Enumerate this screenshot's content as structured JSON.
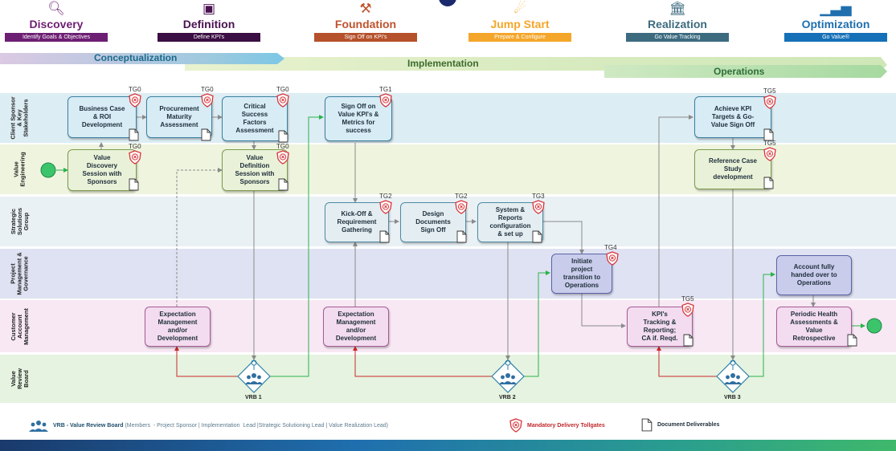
{
  "phases": [
    {
      "title": "Discovery",
      "subtitle": "Identify Goals & Objectives",
      "color": "#6d1f73",
      "bar": "#6d1f73",
      "icon": "magnifier-icon"
    },
    {
      "title": "Definition",
      "subtitle": "Define KPI's",
      "color": "#4a1250",
      "bar": "#3b0f43",
      "icon": "chart-board-icon"
    },
    {
      "title": "Foundation",
      "subtitle": "Sign Off on KPI's",
      "color": "#c0522e",
      "bar": "#b5512b",
      "icon": "trowel-icon"
    },
    {
      "title": "Jump Start",
      "subtitle": "Prepare & Configure",
      "color": "#f4a62a",
      "bar": "#f4a62a",
      "icon": "rocket-icon"
    },
    {
      "title": "Realization",
      "subtitle": "Go Value Tracking",
      "color": "#3c6b80",
      "bar": "#3c6b80",
      "icon": "building-icon"
    },
    {
      "title": "Optimization",
      "subtitle": "Go Value®",
      "color": "#1f6fae",
      "bar": "#1670b8",
      "icon": "bar-chart-icon"
    }
  ],
  "stages": {
    "conceptualization": "Conceptualization",
    "implementation": "Implementation",
    "operations": "Operations"
  },
  "lanes": [
    {
      "label": "Client Sponsor\n& Key\nStakeholders",
      "bg": "#dcedf3"
    },
    {
      "label": "Value\nEngineering",
      "bg": "#eff4df"
    },
    {
      "label": "Strategic\nSolutions\nGroup",
      "bg": "#e9f1f5"
    },
    {
      "label": "Project\nManagement &\nGovernance",
      "bg": "#dfe2f2"
    },
    {
      "label": "Customer\nAccount\nManagement",
      "bg": "#f7e8f4"
    },
    {
      "label": "Value\nReview\nBoard",
      "bg": "#e5f3e0"
    }
  ],
  "boxes": {
    "business_case": "Business Case\n& ROI\nDevelopment",
    "procurement": "Procurement\nMaturity\nAssessment",
    "critical_success": "Critical\nSuccess\nFactors\nAssessment",
    "sign_off": "Sign Off on\nValue KPI's &\nMetrics for\nsuccess",
    "achieve_kpi": "Achieve KPI\nTargets & Go-\nValue Sign Off",
    "value_discovery": "Value\nDiscovery\nSession with\nSponsors",
    "value_definition": "Value\nDefinition\nSession with\nSponsors",
    "reference_case": "Reference Case\nStudy\ndevelopment",
    "kickoff": "Kick-Off &\nRequirement\nGathering",
    "design_docs": "Design\nDocuments\nSign Off",
    "system_reports": "System &\nReports\nconfiguration\n& set up",
    "initiate": "Initiate\nproject\ntransition to\nOperations",
    "account_handed": "Account fully\nhanded over to\nOperations",
    "expectation1": "Expectation\nManagement\nand/or\nDevelopment",
    "expectation2": "Expectation\nManagement\nand/or\nDevelopment",
    "kpi_tracking": "KPI's\nTracking &\nReporting;\nCA if. Reqd.",
    "periodic": "Periodic Health\nAssessments &\nValue\nRetrospective"
  },
  "tollgates": {
    "tg_business": "TG0",
    "tg_procurement": "TG0",
    "tg_critical": "TG0",
    "tg_signoff": "TG1",
    "tg_achieve": "TG5",
    "tg_value_discovery": "TG0",
    "tg_value_definition": "TG0",
    "tg_reference": "TG5",
    "tg_kickoff": "TG2",
    "tg_design": "TG2",
    "tg_system": "TG3",
    "tg_initiate": "TG4",
    "tg_kpi": "TG5"
  },
  "vrb": {
    "vrb1": "VRB 1",
    "vrb2": "VRB 2",
    "vrb3": "VRB 3"
  },
  "legend": {
    "vrb_bold": "VRB - Value Review Board",
    "vrb_members": " (Members  - Project Sponsor | Implementation  Lead |Strategic Solutioning Lead | Value Realization Lead)",
    "tollgates": "Mandatory Delivery Tollgates",
    "documents": "Document Deliverables"
  },
  "colors": {
    "line": "#8a8a8a",
    "red_line": "#cc2a2a",
    "green_line": "#2bb24c",
    "shield": "#d9343a",
    "start_node": "#3cc46b"
  }
}
